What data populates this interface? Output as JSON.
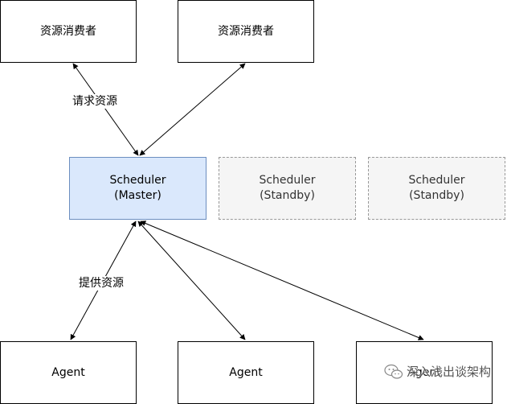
{
  "diagram": {
    "consumers": [
      {
        "label": "资源消费者"
      },
      {
        "label": "资源消费者"
      }
    ],
    "edge_labels": {
      "request": "请求资源",
      "provide": "提供资源"
    },
    "master": {
      "name": "Scheduler",
      "role": "(Master)"
    },
    "standby": [
      {
        "name": "Scheduler",
        "role": "(Standby)"
      },
      {
        "name": "Scheduler",
        "role": "(Standby)"
      }
    ],
    "agents": [
      {
        "label": "Agent"
      },
      {
        "label": "Agent"
      },
      {
        "label": "Agent"
      }
    ]
  },
  "watermark": {
    "text": "深入浅出谈架构",
    "icon": "wechat-icon"
  },
  "colors": {
    "master_fill": "#dae8fc",
    "master_border": "#6c8ebf",
    "standby_fill": "#f5f5f5",
    "standby_border": "#999999",
    "line": "#000000"
  }
}
